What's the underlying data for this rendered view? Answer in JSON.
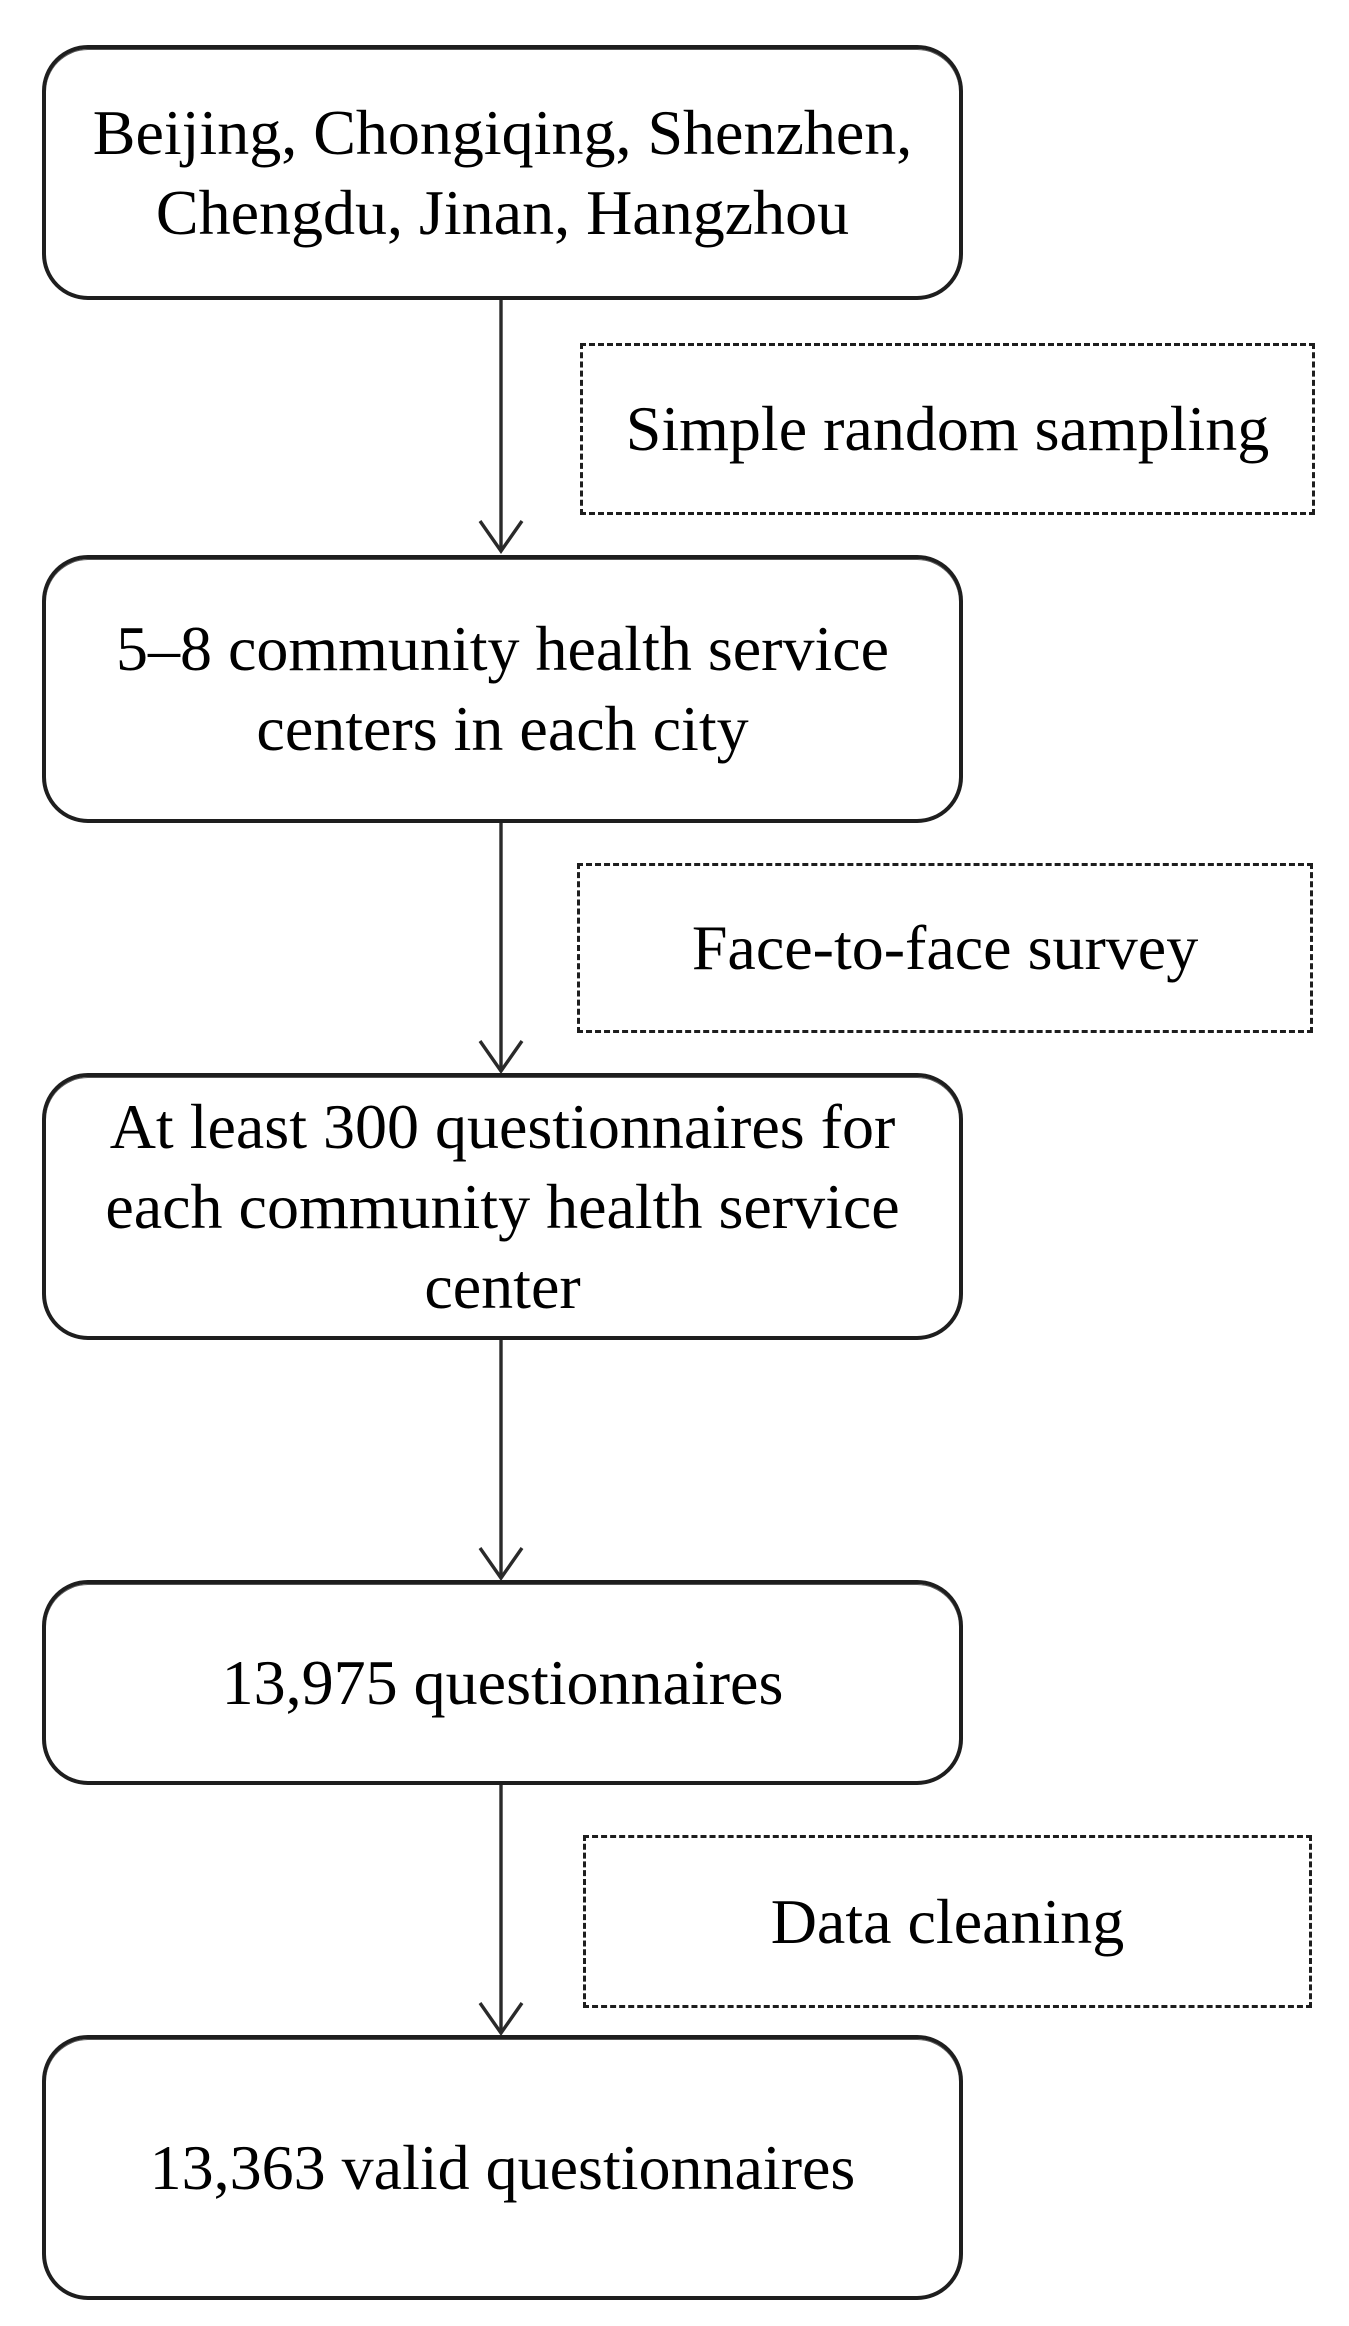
{
  "flowchart": {
    "nodes": [
      {
        "id": "cities",
        "text": "Beijing, Chongiqing, Shenzhen,\nChengdu, Jinan, Hangzhou"
      },
      {
        "id": "centers",
        "text": "5–8 community health service\ncenters in each city"
      },
      {
        "id": "questionnaire-target",
        "text": "At least 300 questionnaires for\neach community health service\ncenter"
      },
      {
        "id": "questionnaires-collected",
        "text": "13,975 questionnaires"
      },
      {
        "id": "questionnaires-valid",
        "text": "13,363 valid questionnaires"
      }
    ],
    "process_labels": [
      {
        "id": "sampling",
        "text": "Simple random sampling"
      },
      {
        "id": "survey",
        "text": "Face-to-face survey"
      },
      {
        "id": "cleaning",
        "text": "Data  cleaning"
      }
    ],
    "colors": {
      "line": "#2a2a2a",
      "text": "#000000",
      "background": "#ffffff"
    }
  }
}
